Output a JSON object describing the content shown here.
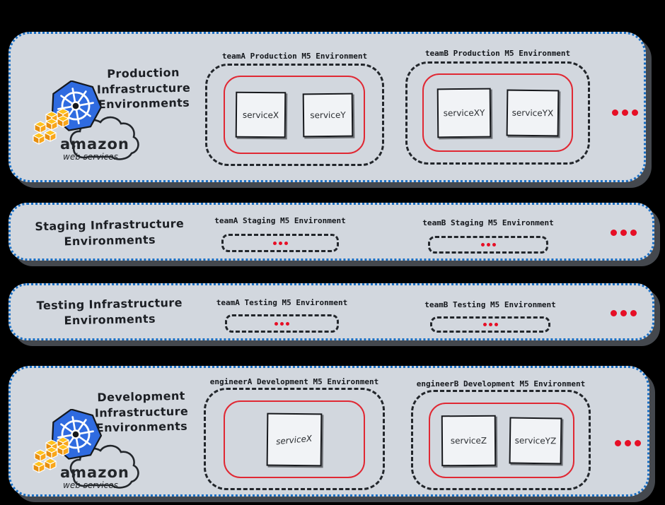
{
  "logo": {
    "amazon": "amazon",
    "web_services": "web services"
  },
  "colors": {
    "page_bg": "#000000",
    "panel_bg": "#d2d7de",
    "panel_border_blue": "#1a6fc4",
    "dashed_border": "#22262b",
    "red_accent": "#e02833",
    "ellipsis_red": "#e60f26",
    "service_box_bg": "#f1f3f6",
    "kubernetes_blue": "#2f6be0",
    "aws_orange": "#f9a61a"
  },
  "sections": {
    "production": {
      "title_lines": [
        "Production",
        "Infrastructure",
        "Environments"
      ],
      "environments": [
        {
          "label": "teamA Production M5 Environment",
          "services": [
            "serviceX",
            "serviceY"
          ]
        },
        {
          "label": "teamB Production M5 Environment",
          "services": [
            "serviceXY",
            "serviceYX"
          ]
        }
      ]
    },
    "staging": {
      "title_lines": [
        "Staging Infrastructure",
        "Environments"
      ],
      "environments": [
        {
          "label": "teamA Staging M5 Environment"
        },
        {
          "label": "teamB Staging M5 Environment"
        }
      ]
    },
    "testing": {
      "title_lines": [
        "Testing Infrastructure",
        "Environments"
      ],
      "environments": [
        {
          "label": "teamA Testing M5 Environment"
        },
        {
          "label": "teamB Testing M5 Environment"
        }
      ]
    },
    "development": {
      "title_lines": [
        "Development",
        "Infrastructure",
        "Environments"
      ],
      "environments": [
        {
          "label": "engineerA Development M5 Environment",
          "services": [
            "serviceX"
          ]
        },
        {
          "label": "engineerB Development M5 Environment",
          "services": [
            "serviceZ",
            "serviceYZ"
          ]
        }
      ]
    }
  }
}
